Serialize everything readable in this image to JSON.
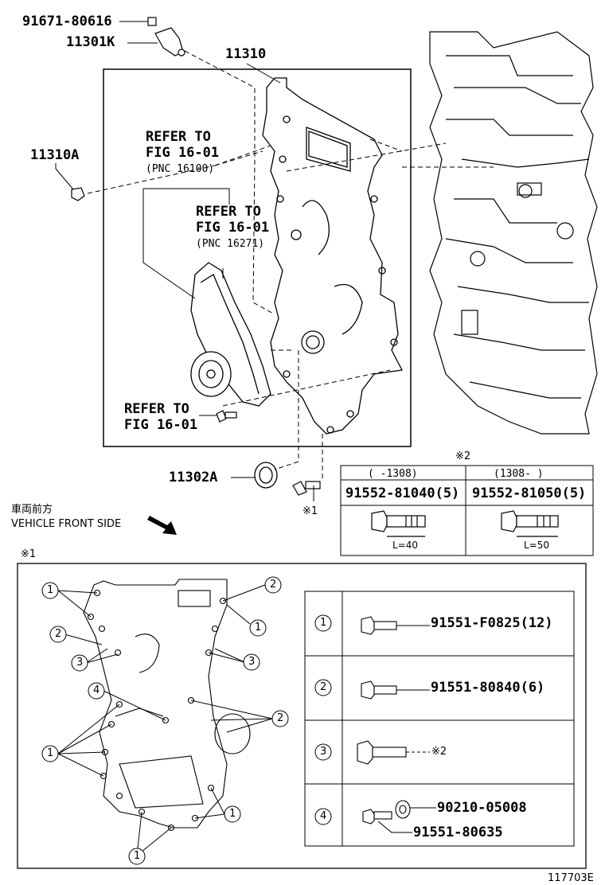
{
  "callouts": {
    "p91671": "91671-80616",
    "p11301k": "11301K",
    "p11310": "11310",
    "p11310a": "11310A",
    "p11302a": "11302A"
  },
  "refs": [
    {
      "line1": "REFER TO",
      "line2": "FIG 16-01",
      "line3": "(PNC 16100)"
    },
    {
      "line1": "REFER TO",
      "line2": "FIG 16-01",
      "line3": "(PNC 16271)"
    },
    {
      "line1": "REFER TO",
      "line2": "FIG 16-01",
      "line3": ""
    }
  ],
  "vehicle_front": {
    "jp": "車両前方",
    "en": "VEHICLE FRONT SIDE"
  },
  "note_markers": {
    "m1": "※1",
    "m2": "※2",
    "bolt_mark": "※1",
    "detail_mark": "※1"
  },
  "bolt_table": {
    "col1": {
      "period": "(    -1308)",
      "part": "91552-81040(5)",
      "length": "L=40"
    },
    "col2": {
      "period": "(1308-     )",
      "part": "91552-81050(5)",
      "length": "L=50"
    }
  },
  "legend": [
    {
      "num": "1",
      "parts": [
        "91551-F0825(12)"
      ]
    },
    {
      "num": "2",
      "parts": [
        "91551-80840(6)"
      ]
    },
    {
      "num": "3",
      "parts": [
        "※2"
      ]
    },
    {
      "num": "4",
      "parts": [
        "90210-05008",
        "91551-80635"
      ]
    }
  ],
  "footer_code": "117703E"
}
